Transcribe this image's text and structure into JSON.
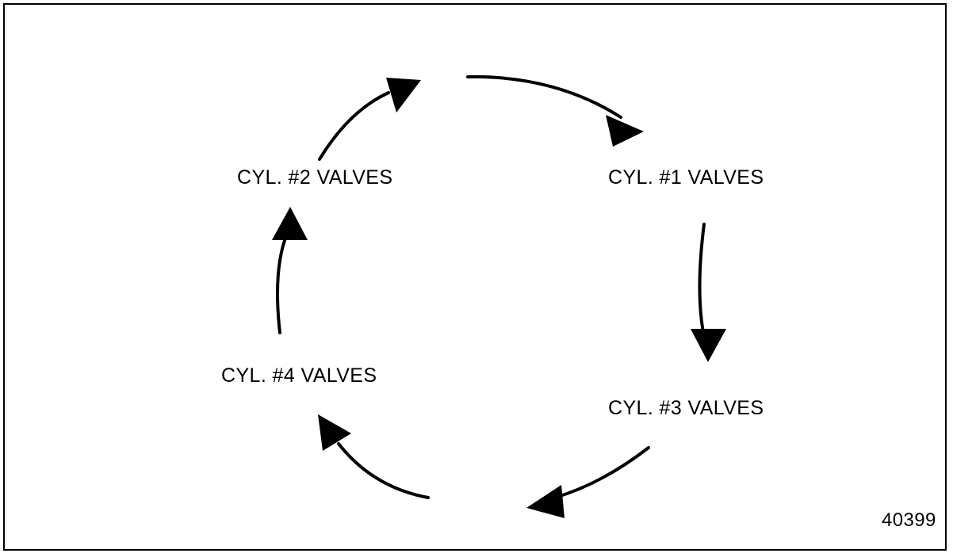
{
  "figure": {
    "number": "40399",
    "frame_color": "#000000",
    "background_color": "#ffffff",
    "stroke_color": "#000000"
  },
  "diagram": {
    "type": "cycle",
    "nodes": [
      {
        "id": "cyl1",
        "label": "CYL. #1 VALVES",
        "position": "top-right"
      },
      {
        "id": "cyl2",
        "label": "CYL. #2 VALVES",
        "position": "top-left"
      },
      {
        "id": "cyl3",
        "label": "CYL. #3 VALVES",
        "position": "bottom-right"
      },
      {
        "id": "cyl4",
        "label": "CYL. #4 VALVES",
        "position": "bottom-left"
      }
    ],
    "arrows": [
      {
        "id": "arrow-top-right",
        "from": "top-center",
        "to": "cyl1",
        "direction": "clockwise"
      },
      {
        "id": "arrow-right",
        "from": "cyl1",
        "to": "cyl3",
        "direction": "clockwise"
      },
      {
        "id": "arrow-bottom-right",
        "from": "cyl3",
        "to": "bottom-center",
        "direction": "clockwise"
      },
      {
        "id": "arrow-bottom-left",
        "from": "bottom-center",
        "to": "cyl4",
        "direction": "clockwise"
      },
      {
        "id": "arrow-left",
        "from": "cyl4",
        "to": "cyl2",
        "direction": "clockwise"
      },
      {
        "id": "arrow-top-left",
        "from": "cyl2",
        "to": "top-center",
        "direction": "clockwise"
      }
    ]
  }
}
